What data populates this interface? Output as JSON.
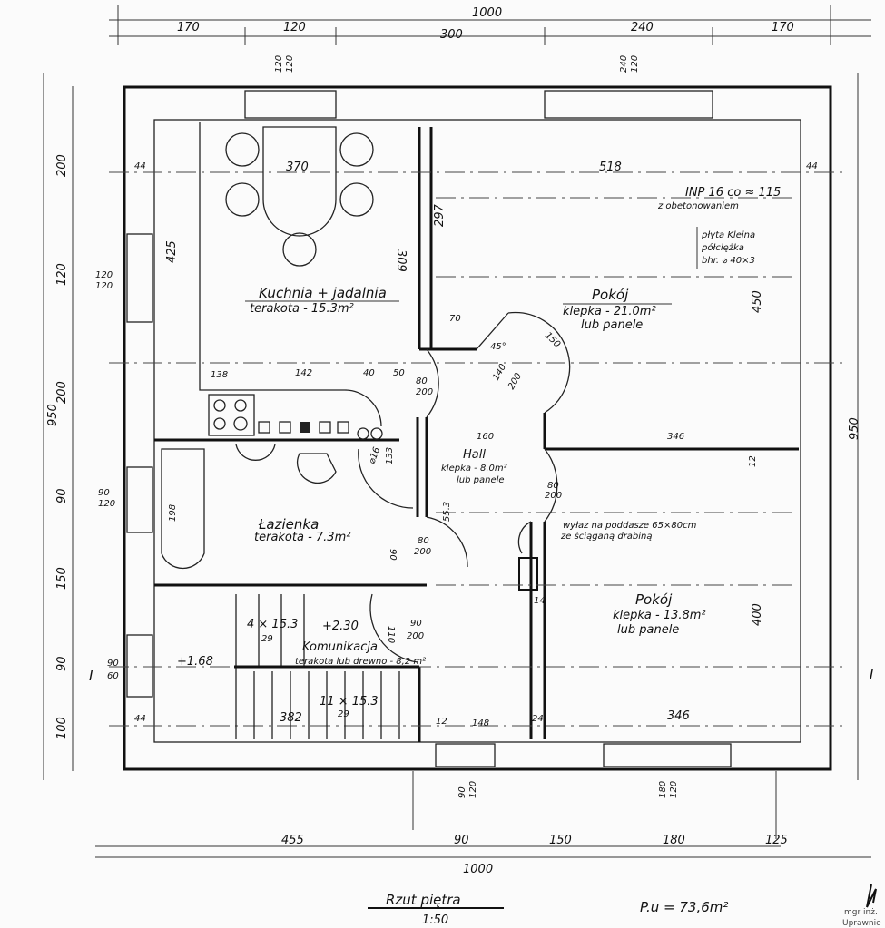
{
  "plan": {
    "title": "Rzut piętra",
    "scale": "1:50",
    "usable_area": "P.u = 73,6m²",
    "signature": "mgr inż.",
    "signature_line2": "Uprawnie"
  },
  "rooms": [
    {
      "name": "Kuchnia + jadalnia",
      "finish": "terakota - 15.3m²"
    },
    {
      "name": "Pokój",
      "finish": "klepka - 21.0m²",
      "alt": "lub panele"
    },
    {
      "name": "Hall",
      "finish": "klepka - 8.0m²",
      "alt": "lub panele"
    },
    {
      "name": "Łazienka",
      "finish": "terakota - 7.3m²"
    },
    {
      "name": "Komunikacja",
      "finish": "terakota lub drewno - 8,2 m²"
    },
    {
      "name": "Pokój",
      "finish": "klepka - 13.8m²",
      "alt": "lub panele"
    }
  ],
  "notes": {
    "beam": "INP 16 co ≈ 115",
    "beam2": "z obetonowaniem",
    "slab1": "płyta Kleina",
    "slab2": "półciężka",
    "slab3": "bhr. ⌀ 40×3",
    "hatch1": "wyłaz na poddasze 65×80cm",
    "hatch2": "ze ściąganą drabiną",
    "level1": "+1.68",
    "level2": "+2.30",
    "stairs1": "4 × 15.3",
    "stairs1b": "29",
    "stairs2": "11 × 15.3",
    "stairs2b": "29",
    "section": "I"
  },
  "dims": {
    "top": [
      "170",
      "120",
      "1000",
      "300",
      "240",
      "170"
    ],
    "top_win1": "120",
    "top_win1b": "120",
    "top_win2": "240",
    "top_win2b": "120",
    "bottom": [
      "455",
      "90",
      "150",
      "180",
      "125",
      "1000"
    ],
    "bot_win1": "90",
    "bot_win1b": "120",
    "bot_win2": "180",
    "bot_win2b": "120",
    "left": [
      "200",
      "120",
      "200",
      "90",
      "150",
      "90",
      "100"
    ],
    "left_w1": "120",
    "left_w1b": "120",
    "left_w2": "90",
    "left_w2b": "120",
    "left_w3": "90",
    "left_w3b": "60",
    "total_h": "950",
    "inner": [
      "44",
      "370",
      "518",
      "44",
      "425",
      "309",
      "297",
      "450",
      "70",
      "45°",
      "150",
      "140",
      "200",
      "138",
      "142",
      "40",
      "50",
      "80",
      "200",
      "160",
      "346",
      "12",
      "80",
      "200",
      "198",
      "90",
      "80",
      "200",
      "110",
      "90",
      "200",
      "14",
      "400",
      "346",
      "382",
      "148",
      "44",
      "24",
      "12",
      "55.3",
      "133",
      "⌀16"
    ]
  }
}
